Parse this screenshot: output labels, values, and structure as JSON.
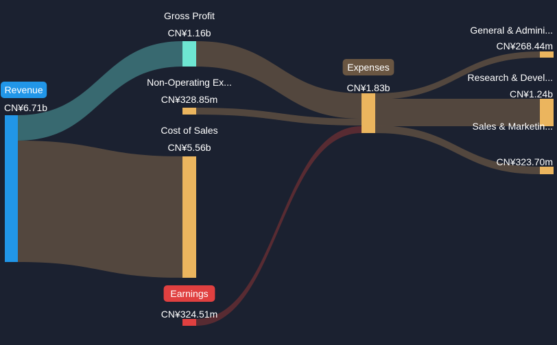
{
  "chart_data": {
    "type": "sankey",
    "currency": "CN¥",
    "nodes": [
      {
        "id": "revenue",
        "label": "Revenue",
        "value_text": "CN¥6.71b",
        "value": 6.71,
        "unit": "b",
        "pill": true,
        "color": "#2196e8"
      },
      {
        "id": "gross_profit",
        "label": "Gross Profit",
        "value_text": "CN¥1.16b",
        "value": 1.16,
        "unit": "b",
        "pill": false,
        "color": "#6ee6d2"
      },
      {
        "id": "non_operating",
        "label": "Non-Operating Ex...",
        "value_text": "CN¥328.85m",
        "value": 328.85,
        "unit": "m",
        "pill": false,
        "color": "#ebb55e"
      },
      {
        "id": "cost_of_sales",
        "label": "Cost of Sales",
        "value_text": "CN¥5.56b",
        "value": 5.56,
        "unit": "b",
        "pill": false,
        "color": "#ebb55e"
      },
      {
        "id": "earnings",
        "label": "Earnings",
        "value_text": "CN¥324.51m",
        "value": 324.51,
        "unit": "m",
        "pill": true,
        "color": "#e04040"
      },
      {
        "id": "expenses",
        "label": "Expenses",
        "value_text": "CN¥1.83b",
        "value": 1.83,
        "unit": "b",
        "pill": true,
        "color": "#ebb55e"
      },
      {
        "id": "general_admin",
        "label": "General & Admini...",
        "value_text": "CN¥268.44m",
        "value": 268.44,
        "unit": "m",
        "pill": false,
        "color": "#ebb55e"
      },
      {
        "id": "research_dev",
        "label": "Research & Devel...",
        "value_text": "CN¥1.24b",
        "value": 1.24,
        "unit": "b",
        "pill": false,
        "color": "#ebb55e"
      },
      {
        "id": "sales_marketing",
        "label": "Sales & Marketin...",
        "value_text": "CN¥323.70m",
        "value": 323.7,
        "unit": "m",
        "pill": false,
        "color": "#ebb55e"
      }
    ],
    "links": [
      {
        "source": "revenue",
        "target": "gross_profit",
        "value": 1.16,
        "color": "#3a6e74"
      },
      {
        "source": "revenue",
        "target": "cost_of_sales",
        "value": 5.56,
        "color": "#564a3f"
      },
      {
        "source": "gross_profit",
        "target": "expenses",
        "value": 1.16,
        "color": "#564a3f"
      },
      {
        "source": "non_operating",
        "target": "expenses",
        "value": 0.32885,
        "color": "#564a3f"
      },
      {
        "source": "earnings",
        "target": "expenses",
        "value": 0.32451,
        "color": "#5c2c33"
      },
      {
        "source": "expenses",
        "target": "general_admin",
        "value": 0.26844,
        "color": "#564a3f"
      },
      {
        "source": "expenses",
        "target": "research_dev",
        "value": 1.24,
        "color": "#564a3f"
      },
      {
        "source": "expenses",
        "target": "sales_marketing",
        "value": 0.3237,
        "color": "#564a3f"
      }
    ]
  }
}
